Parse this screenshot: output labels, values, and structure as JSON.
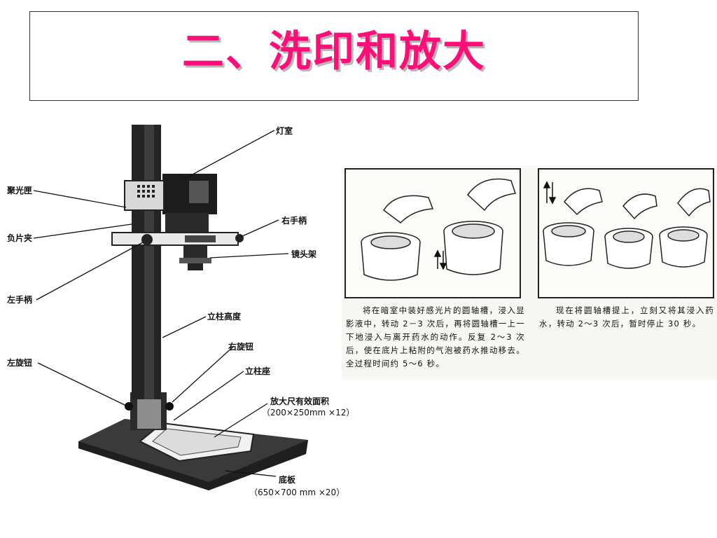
{
  "title": "二、洗印和放大",
  "enlarger": {
    "labels": {
      "lamp_house": "灯室",
      "condenser": "聚光匣",
      "negative_holder": "负片夹",
      "right_handle": "右手柄",
      "lens_mount": "镜头架",
      "left_handle": "左手柄",
      "column_height": "立柱高度",
      "right_knob": "右旋钮",
      "left_knob": "左旋钮",
      "column_base": "立柱座",
      "max_area": "放大尺有效面积",
      "max_area_dims": "（200×250mm ×12）",
      "baseboard": "底板",
      "baseboard_dims": "（650×700 mm ×20）"
    }
  },
  "developing": {
    "caption_left": "将在暗室中装好感光片的圆轴槽，浸入显影液中，转动 2－3 次后，再将圆轴槽一上一下地浸入与离开药水的动作。反复 2～3 次后，使在底片上粘附的气泡被药水推动移去。全过程时间约 5～6 秒。",
    "caption_right": "现在将圆轴槽提上，立刻又将其浸入药水，转动 2～3 次后，暂时停止 30 秒。"
  }
}
